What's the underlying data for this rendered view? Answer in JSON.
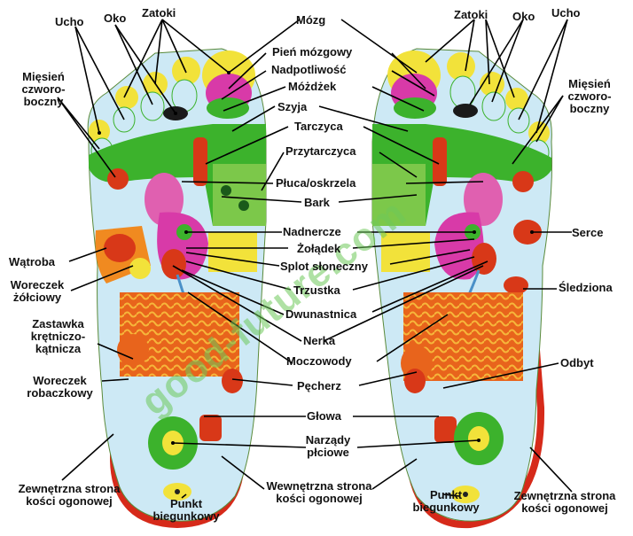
{
  "labels": {
    "ucho_l": "Ucho",
    "oko_l": "Oko",
    "zatoki_l": "Zatoki",
    "miesien_l": "Mięsień\nczworo-\nboczny",
    "mozg": "Mózg",
    "pien": "Pień mózgowy",
    "nadpotliwosc": "Nadpotliwość",
    "mozdzek": "Móżdżek",
    "szyja": "Szyja",
    "tarczyca": "Tarczyca",
    "przytarczyca": "Przytarczyca",
    "pluca": "Płuca/oskrzela",
    "bark": "Bark",
    "nadnercze": "Nadnercze",
    "zoladek": "Żołądek",
    "splot": "Splot słoneczny",
    "trzustka": "Trzustka",
    "dwunastnica": "Dwunastnica",
    "nerka": "Nerka",
    "moczowody": "Moczowody",
    "pecherz": "Pęcherz",
    "glowa": "Głowa",
    "narzady": "Narządy\npłciowe",
    "wewnetrzna": "Wewnętrzna strona\nkości ogonowej",
    "punkt_l": "Punkt\nbiegunkowy",
    "punkt_r": "Punkt\nbiegunkowy",
    "zewnetrzna_l": "Zewnętrzna strona\nkości ogonowej",
    "zewnetrzna_r": "Zewnętrzna strona\nkości ogonowej",
    "zatoki_r": "Zatoki",
    "oko_r": "Oko",
    "ucho_r": "Ucho",
    "miesien_r": "Mięsień\nczworo-\nboczny",
    "watroba": "Wątroba",
    "woreczek_z": "Woreczek\nżółciowy",
    "zastawka": "Zastawka\nkrętniczo-\nkątnicza",
    "woreczek_r": "Woreczek\nrobaczkowy",
    "serce": "Serce",
    "sledziona": "Śledziona",
    "odbyt": "Odbyt"
  },
  "watermark": "good-future.com",
  "colors": {
    "toe_yellow": "#f2e23a",
    "green": "#3cb22c",
    "light_blue": "#cde9f5",
    "magenta": "#d83aa8",
    "red": "#d83818",
    "orange": "#f08a20",
    "outline_red": "#d62a1a"
  }
}
